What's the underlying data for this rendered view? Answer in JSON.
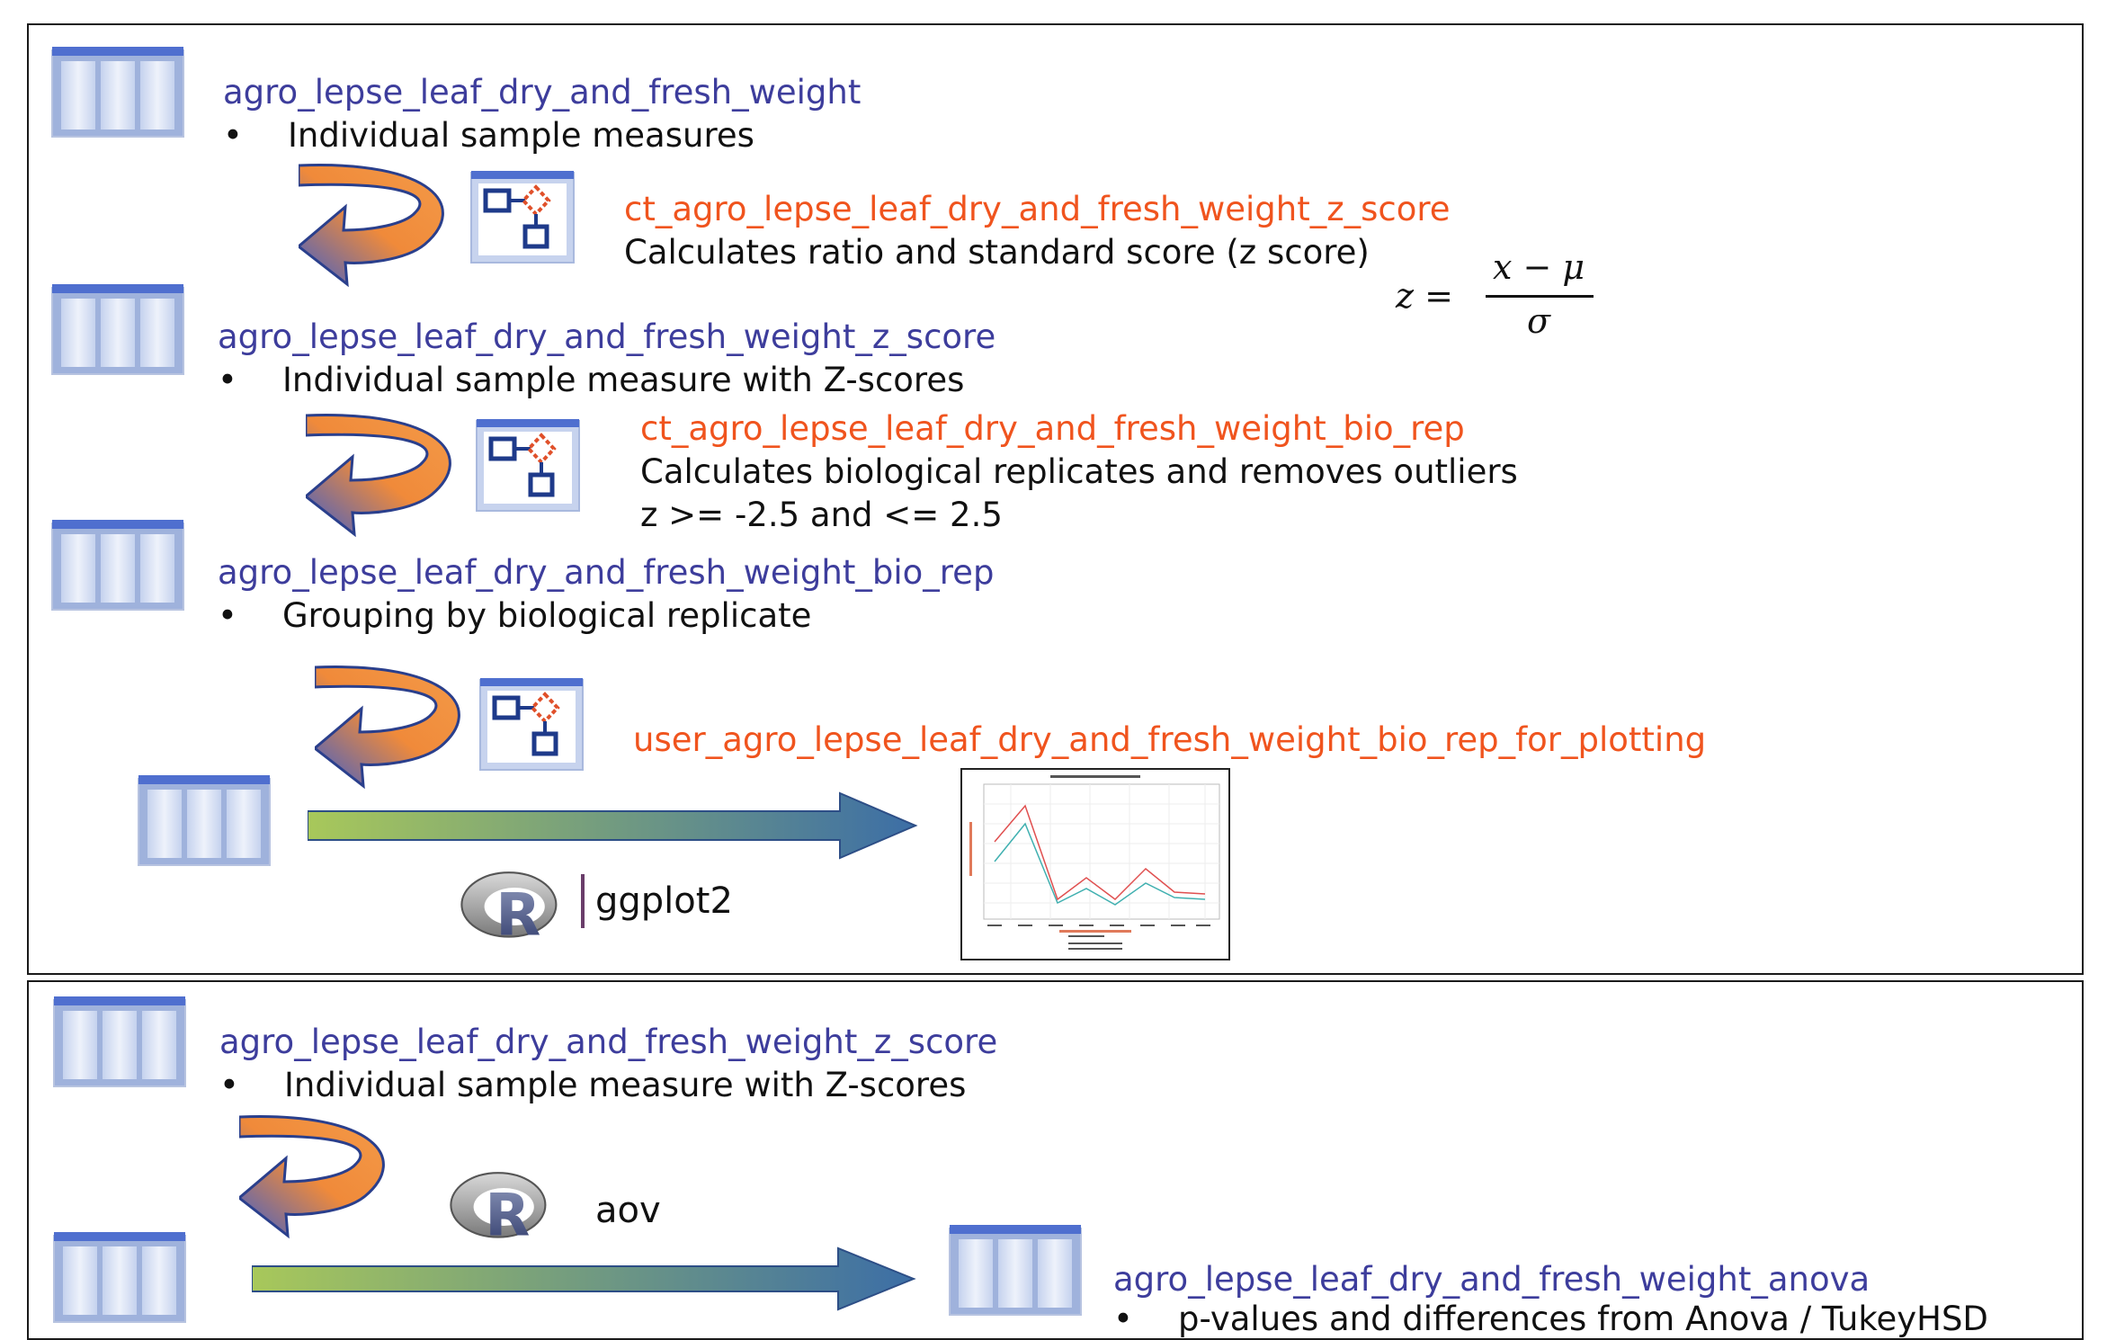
{
  "top": {
    "source_table": {
      "name": "agro_lepse_leaf_dry_and_fresh_weight",
      "bullet": "Individual sample measures"
    },
    "step1": {
      "name": "ct_agro_lepse_leaf_dry_and_fresh_weight_z_score",
      "desc": "Calculates ratio and standard score (z score)"
    },
    "formula": {
      "lhs": "z =",
      "numerator": "x − μ",
      "denominator": "σ"
    },
    "z_table": {
      "name": "agro_lepse_leaf_dry_and_fresh_weight_z_score",
      "bullet": "Individual sample measure with Z-scores"
    },
    "step2": {
      "name": "ct_agro_lepse_leaf_dry_and_fresh_weight_bio_rep",
      "desc": "Calculates biological replicates and removes outliers",
      "desc2": "z >= -2.5 and <= 2.5"
    },
    "bio_table": {
      "name": "agro_lepse_leaf_dry_and_fresh_weight_bio_rep",
      "bullet": "Grouping by biological replicate"
    },
    "step3": {
      "name": "user_agro_lepse_leaf_dry_and_fresh_weight_bio_rep_for_plotting"
    },
    "r_tool": {
      "logo_letter": "R",
      "label": "ggplot2"
    }
  },
  "bottom": {
    "z_table": {
      "name": "agro_lepse_leaf_dry_and_fresh_weight_z_score",
      "bullet": "Individual sample measure with Z-scores"
    },
    "r_tool": {
      "logo_letter": "R",
      "label": "aov"
    },
    "anova_table": {
      "name": "agro_lepse_leaf_dry_and_fresh_weight_anova",
      "bullet": "p-values and differences from Anova / TukeyHSD"
    }
  },
  "bullet_char": "•",
  "colors": {
    "table_name": "#3d3d9c",
    "process_name": "#f0541e",
    "border": "#1a1a1a"
  },
  "icons": [
    "table-icon",
    "process-icon",
    "curved-arrow-icon",
    "straight-arrow-icon",
    "r-logo-icon",
    "plot-thumbnail"
  ]
}
